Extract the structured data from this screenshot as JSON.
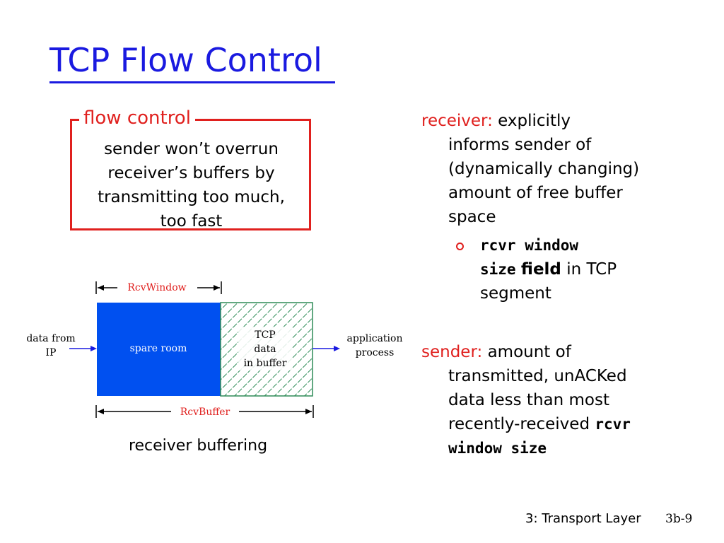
{
  "title": "TCP Flow Control",
  "flow_control": {
    "label": "flow control",
    "lines": [
      "sender won’t overrun",
      "receiver’s buffers by",
      "transmitting too much,",
      "too fast"
    ]
  },
  "diagram": {
    "rcv_window_label": "RcvWindow",
    "rcv_buffer_label": "RcvBuffer",
    "data_from_line1": "data from",
    "data_from_line2": "IP",
    "spare_room_label": "spare room",
    "tcp_data_line1": "TCP",
    "tcp_data_line2": "data",
    "tcp_data_line3": "in buffer",
    "app_process_line1": "application",
    "app_process_line2": "process",
    "colors": {
      "spare_room": "#0050f0",
      "tcp_data_hatch": "#2e8b57",
      "label_red": "#e0201e"
    },
    "caption": "receiver buffering"
  },
  "receiver": {
    "label": "receiver:",
    "line1_rest": "explicitly",
    "line2": "informs sender of",
    "line3": "(dynamically changing)",
    "line4": "amount of free buffer",
    "line5": "space",
    "bullet_code1": "rcvr window",
    "bullet_code2": "size",
    "bullet_field": "field",
    "bullet_rest": "in TCP",
    "bullet_line3": "segment"
  },
  "sender": {
    "label": "sender:",
    "line1_rest": "amount of",
    "line2": "transmitted, unACKed",
    "line3": "data less than most",
    "line4_text": "recently-received",
    "line4_code": "rcvr",
    "line5_code": "window size"
  },
  "footer": {
    "chapter": "3: Transport Layer",
    "page": "3b-9"
  }
}
